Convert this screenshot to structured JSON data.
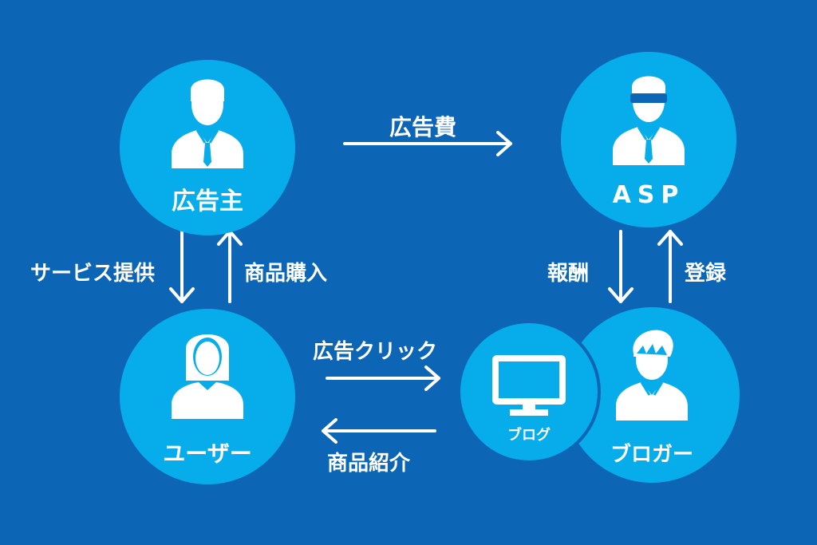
{
  "nodes": {
    "advertiser": {
      "label": "広告主",
      "icon": "businessman-icon"
    },
    "asp": {
      "label": "ASP",
      "icon": "sunglasses-man-icon"
    },
    "user": {
      "label": "ユーザー",
      "icon": "woman-icon"
    },
    "blog": {
      "label": "ブログ",
      "icon": "monitor-icon"
    },
    "blogger": {
      "label": "ブロガー",
      "icon": "young-man-icon"
    }
  },
  "edges": {
    "ad_fee": "広告費",
    "service": "サービス提供",
    "purchase": "商品購入",
    "reward": "報酬",
    "register": "登録",
    "ad_click": "広告クリック",
    "product_intro": "商品紹介"
  },
  "colors": {
    "background": "#0c65b5",
    "circle": "#07adea",
    "foreground": "#ffffff"
  }
}
